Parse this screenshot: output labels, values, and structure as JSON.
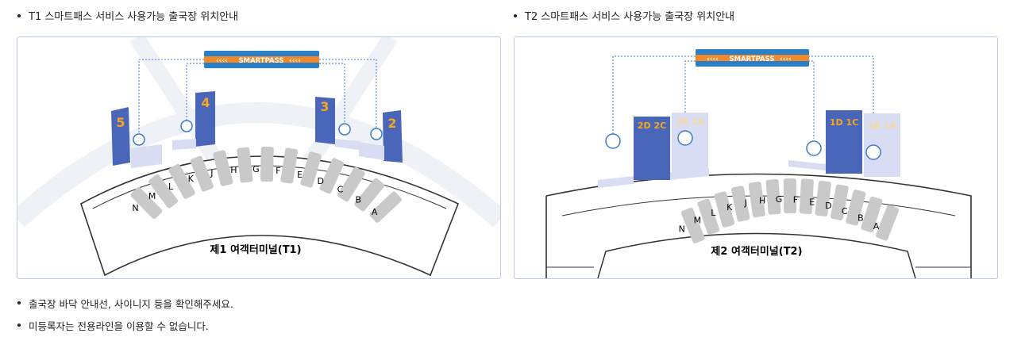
{
  "t1": {
    "heading": "T1 스마트패스 서비스 사용가능 출국장 위치안내",
    "terminal_label": "제1 여객터미널(T1)",
    "gates": [
      "5",
      "4",
      "3",
      "2"
    ],
    "counters": [
      "N",
      "M",
      "L",
      "K",
      "J",
      "H",
      "G",
      "F",
      "E",
      "D",
      "C",
      "B",
      "A"
    ],
    "banner": "SMARTPASS"
  },
  "t2": {
    "heading": "T2 스마트패스 서비스 사용가능 출국장 위치안내",
    "terminal_label": "제2 여객터미널(T2)",
    "gates": [
      "2D 2C",
      "2B 2A",
      "1D 1C",
      "1B 1A"
    ],
    "counters": [
      "N",
      "M",
      "L",
      "K",
      "J",
      "H",
      "G",
      "F",
      "E",
      "D",
      "C",
      "B",
      "A"
    ],
    "banner": "SMARTPASS"
  },
  "notes": [
    "출국장 바닥 안내선, 사이니지 등을 확인해주세요.",
    "미등록자는 전용라인을 이용할 수 없습니다."
  ],
  "colors": {
    "gate_blue": "#4a66b8",
    "gate_light": "#d8ddf3",
    "banner_blue": "#2b7fc6",
    "banner_orange": "#f0892a",
    "counter_gray": "#c9c9c9",
    "panel_border": "#b8cbe6"
  }
}
